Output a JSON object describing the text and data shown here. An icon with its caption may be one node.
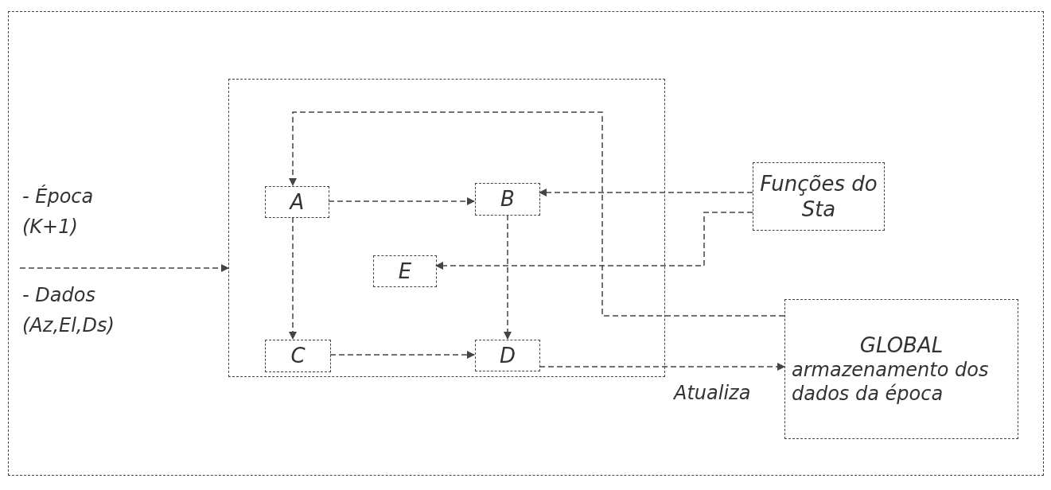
{
  "diagram": {
    "nodes": [
      {
        "text": [],
        "shape": "box"
      },
      {
        "text": [
          "A"
        ],
        "in": 0
      },
      {
        "text": [
          "B"
        ],
        "in": 0
      },
      {
        "text": [
          "E"
        ],
        "in": 0
      },
      {
        "text": [
          "C"
        ],
        "in": 0
      },
      {
        "text": [
          "D"
        ],
        "in": 0
      },
      {
        "text": [
          "Funções do Sta"
        ]
      },
      {
        "text": [
          "GLOBAL",
          "armazenamento dos dados da época"
        ]
      }
    ],
    "edges": [
      {
        "from": null,
        "to": 0,
        "arrow": "to"
      },
      {
        "from": 1,
        "to": 2,
        "arrow": "to"
      },
      {
        "from": 1,
        "to": 4,
        "arrow": "to"
      },
      {
        "from": 2,
        "to": 5,
        "arrow": "to"
      },
      {
        "from": 4,
        "to": 5,
        "arrow": "to"
      },
      {
        "from": 6,
        "to": 2,
        "arrow": "to"
      },
      {
        "from": 6,
        "to": 3,
        "arrow": "to"
      },
      {
        "from": 7,
        "to": 1,
        "arrow": "to"
      },
      {
        "from": 5,
        "to": 7,
        "arrow": "to",
        "label": "Atualiza"
      }
    ],
    "labels": [
      "- Época (K+1)",
      "- Dados (Az,El,Ds)"
    ]
  }
}
